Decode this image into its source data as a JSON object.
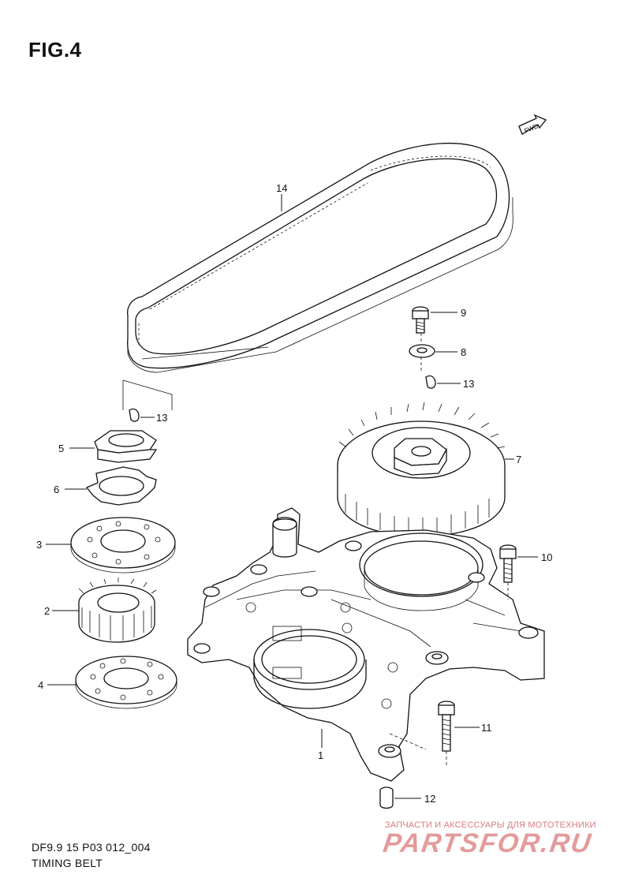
{
  "figure": {
    "title": "FIG.4"
  },
  "footer": {
    "code": "DF9.9 15 P03 012_004",
    "name": "TIMING BELT"
  },
  "watermark": {
    "line1": "ЗАПЧАСТИ И АКСЕССУАРЫ ДЛЯ МОТОТЕХНИКИ",
    "line2": "PARTSFOR.RU"
  },
  "direction_badge": {
    "text": "FWD"
  },
  "callouts": [
    {
      "id": "c14",
      "label": "14"
    },
    {
      "id": "c9",
      "label": "9"
    },
    {
      "id": "c8",
      "label": "8"
    },
    {
      "id": "c13a",
      "label": "13"
    },
    {
      "id": "c13b",
      "label": "13"
    },
    {
      "id": "c5",
      "label": "5"
    },
    {
      "id": "c6",
      "label": "6"
    },
    {
      "id": "c7",
      "label": "7"
    },
    {
      "id": "c3",
      "label": "3"
    },
    {
      "id": "c10",
      "label": "10"
    },
    {
      "id": "c2",
      "label": "2"
    },
    {
      "id": "c4",
      "label": "4"
    },
    {
      "id": "c11",
      "label": "11"
    },
    {
      "id": "c1",
      "label": "1"
    },
    {
      "id": "c12",
      "label": "12"
    }
  ]
}
